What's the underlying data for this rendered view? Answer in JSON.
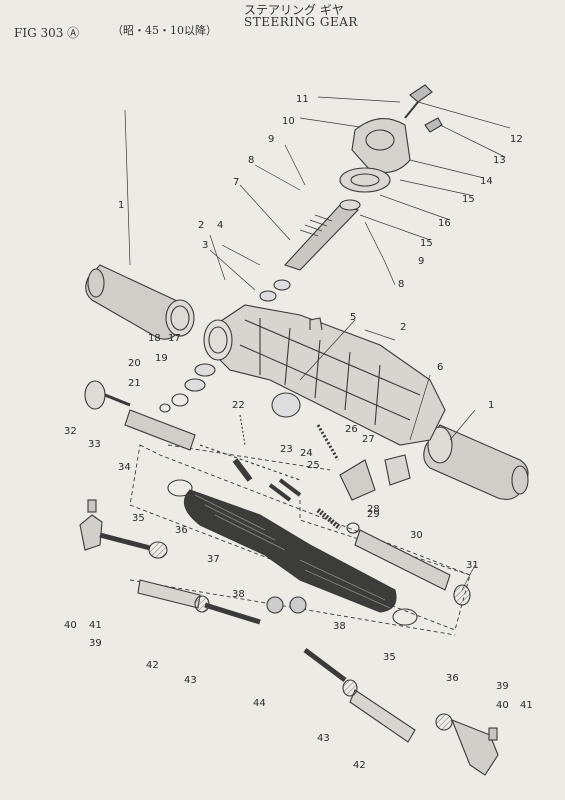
{
  "header": {
    "fig_label": "FIG 303 Ⓐ",
    "subtitle": "（昭・45・10以降）",
    "title_jp": "ステアリング ギヤ",
    "title_en": "STEERING GEAR"
  },
  "callouts": [
    {
      "id": "c1a",
      "text": "1"
    },
    {
      "id": "c1b",
      "text": "1"
    },
    {
      "id": "c2a",
      "text": "2"
    },
    {
      "id": "c2b",
      "text": "2"
    },
    {
      "id": "c3",
      "text": "3"
    },
    {
      "id": "c4",
      "text": "4"
    },
    {
      "id": "c5",
      "text": "5"
    },
    {
      "id": "c6",
      "text": "6"
    },
    {
      "id": "c7",
      "text": "7"
    },
    {
      "id": "c8a",
      "text": "8"
    },
    {
      "id": "c8b",
      "text": "8"
    },
    {
      "id": "c9a",
      "text": "9"
    },
    {
      "id": "c9b",
      "text": "9"
    },
    {
      "id": "c10",
      "text": "10"
    },
    {
      "id": "c11",
      "text": "11"
    },
    {
      "id": "c12",
      "text": "12"
    },
    {
      "id": "c13",
      "text": "13"
    },
    {
      "id": "c14",
      "text": "14"
    },
    {
      "id": "c15a",
      "text": "15"
    },
    {
      "id": "c15b",
      "text": "15"
    },
    {
      "id": "c16",
      "text": "16"
    },
    {
      "id": "c17",
      "text": "17"
    },
    {
      "id": "c18",
      "text": "18"
    },
    {
      "id": "c19",
      "text": "19"
    },
    {
      "id": "c20",
      "text": "20"
    },
    {
      "id": "c21",
      "text": "21"
    },
    {
      "id": "c22",
      "text": "22"
    },
    {
      "id": "c23",
      "text": "23"
    },
    {
      "id": "c24",
      "text": "24"
    },
    {
      "id": "c25",
      "text": "25"
    },
    {
      "id": "c26",
      "text": "26"
    },
    {
      "id": "c27",
      "text": "27"
    },
    {
      "id": "c28",
      "text": "28"
    },
    {
      "id": "c29",
      "text": "29"
    },
    {
      "id": "c30",
      "text": "30"
    },
    {
      "id": "c31",
      "text": "31"
    },
    {
      "id": "c32",
      "text": "32"
    },
    {
      "id": "c33",
      "text": "33"
    },
    {
      "id": "c34",
      "text": "34"
    },
    {
      "id": "c35a",
      "text": "35"
    },
    {
      "id": "c35b",
      "text": "35"
    },
    {
      "id": "c36a",
      "text": "36"
    },
    {
      "id": "c36b",
      "text": "36"
    },
    {
      "id": "c37",
      "text": "37"
    },
    {
      "id": "c38a",
      "text": "38"
    },
    {
      "id": "c38b",
      "text": "38"
    },
    {
      "id": "c39a",
      "text": "39"
    },
    {
      "id": "c39b",
      "text": "39"
    },
    {
      "id": "c40a",
      "text": "40"
    },
    {
      "id": "c40b",
      "text": "40"
    },
    {
      "id": "c41a",
      "text": "41"
    },
    {
      "id": "c41b",
      "text": "41"
    },
    {
      "id": "c42a",
      "text": "42"
    },
    {
      "id": "c42b",
      "text": "42"
    },
    {
      "id": "c43a",
      "text": "43"
    },
    {
      "id": "c43b",
      "text": "43"
    },
    {
      "id": "c44",
      "text": "44"
    }
  ],
  "colors": {
    "paper": "#ecebe6",
    "ink": "#3a3a3a",
    "shade": "#bdbcb6"
  }
}
